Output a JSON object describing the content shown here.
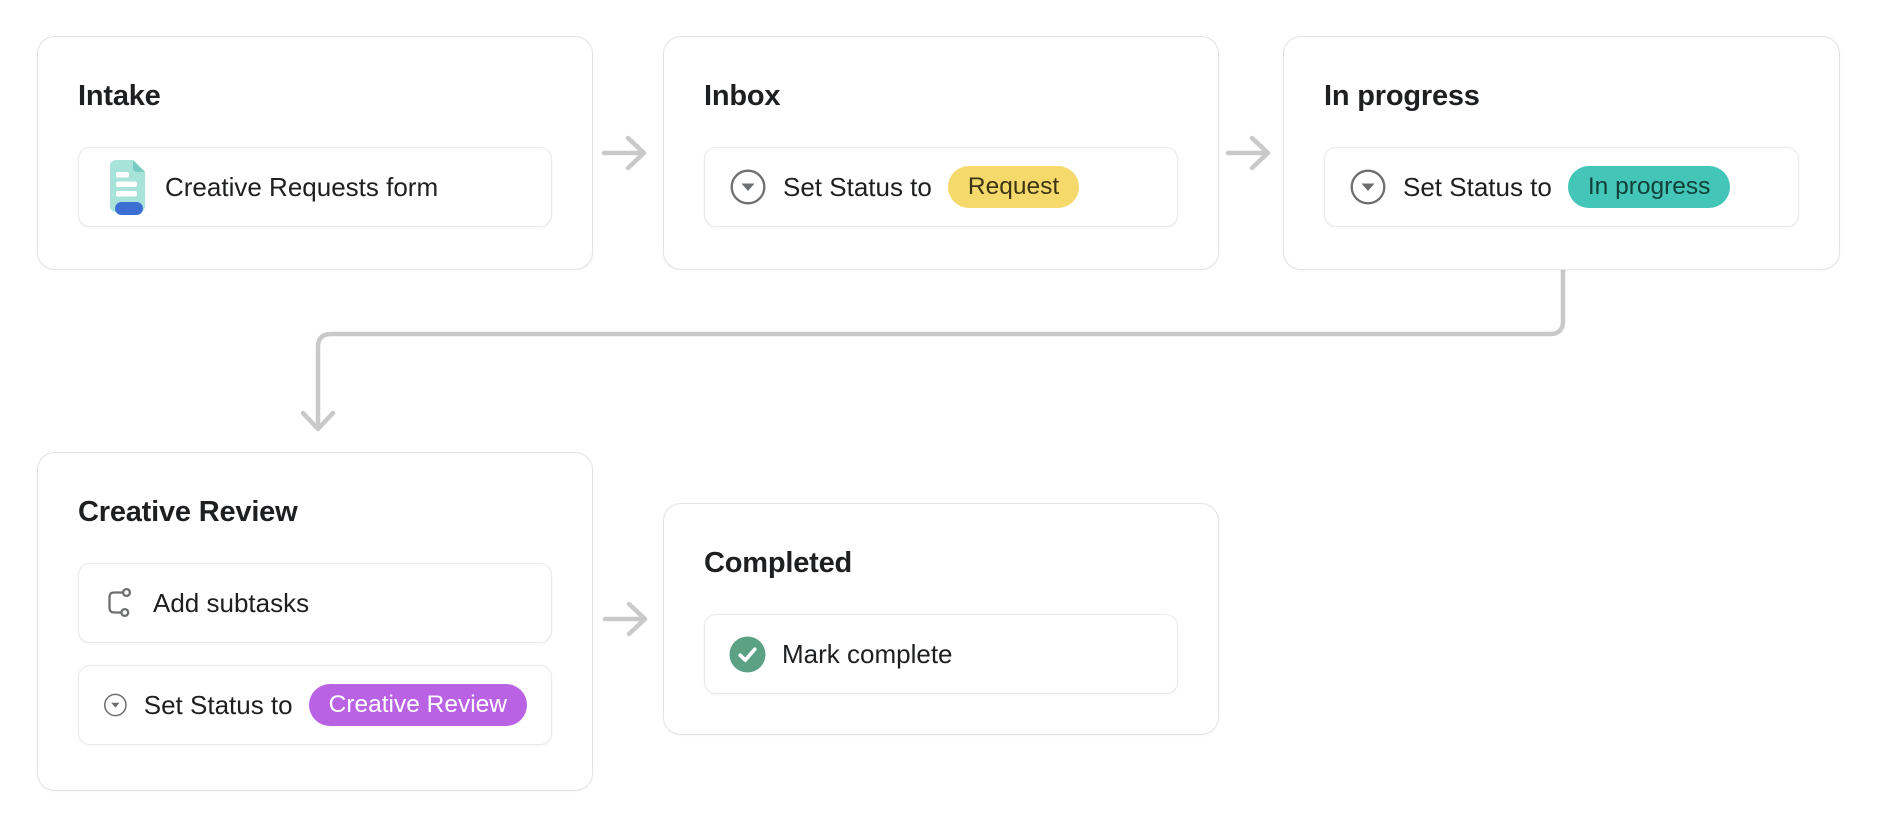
{
  "colors": {
    "text": "#1e1f21",
    "card_border": "#e3e3e4",
    "item_border": "#e9e9e9",
    "connector": "#c9c9c9",
    "icon_stroke": "#6d6e6f",
    "badge_request_bg": "#f6d96b",
    "badge_request_fg": "#3c3514",
    "badge_inprogress_bg": "#43c6b7",
    "badge_inprogress_fg": "#123f38",
    "badge_review_bg": "#b963e4",
    "badge_review_fg": "#ffffff",
    "check_circle": "#5ba284",
    "form_doc": "#a8e3d9",
    "form_fold": "#74cdc0",
    "form_pill": "#3b6dd3"
  },
  "cards": [
    {
      "title": "Intake",
      "items": [
        {
          "icon": "form-icon",
          "label": "Creative Requests form"
        }
      ]
    },
    {
      "title": "Inbox",
      "items": [
        {
          "icon": "status-dropdown-icon",
          "label": "Set Status to",
          "badge": {
            "text": "Request"
          }
        }
      ]
    },
    {
      "title": "In progress",
      "items": [
        {
          "icon": "status-dropdown-icon",
          "label": "Set Status to",
          "badge": {
            "text": "In progress"
          }
        }
      ]
    },
    {
      "title": "Creative Review",
      "items": [
        {
          "icon": "subtasks-icon",
          "label": "Add subtasks"
        },
        {
          "icon": "status-dropdown-icon",
          "label": "Set Status to",
          "badge": {
            "text": "Creative Review"
          }
        }
      ]
    },
    {
      "title": "Completed",
      "items": [
        {
          "icon": "check-circle-icon",
          "label": "Mark complete"
        }
      ]
    }
  ]
}
